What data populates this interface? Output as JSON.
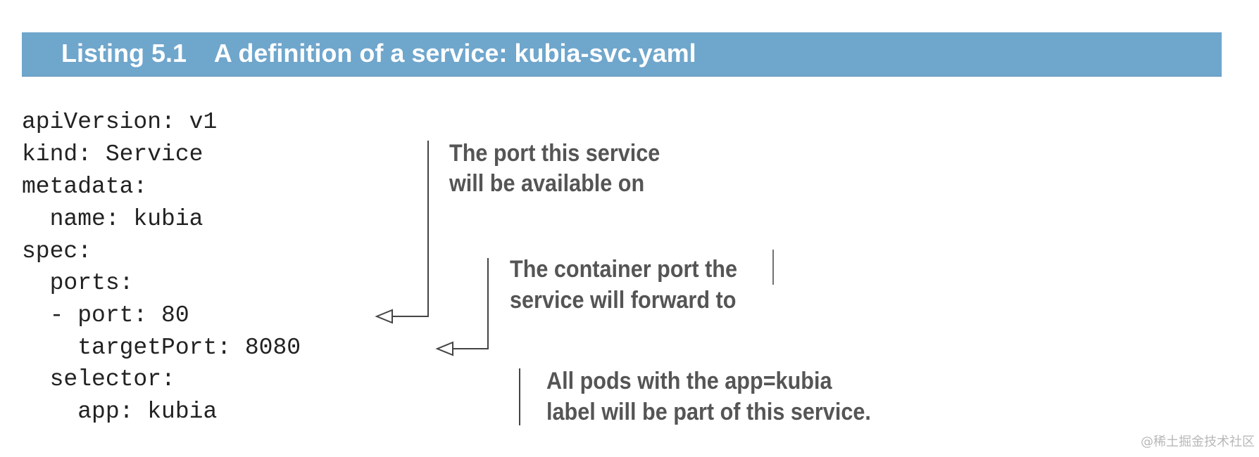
{
  "listing": {
    "title": "Listing 5.1    A definition of a service: kubia-svc.yaml"
  },
  "code": {
    "lines": [
      "apiVersion: v1",
      "kind: Service",
      "metadata:",
      "  name: kubia",
      "spec:",
      "  ports:",
      "  - port: 80",
      "    targetPort: 8080",
      "  selector:",
      "    app: kubia"
    ]
  },
  "annotations": {
    "port": {
      "line1": "The port this service",
      "line2": "will be available on"
    },
    "target_port": {
      "line1": "The container port the",
      "line2": "service will forward to"
    },
    "selector": {
      "line1": "All pods with the app=kubia",
      "line2": "label will be part of this service."
    }
  },
  "watermark": "@稀土掘金技术社区"
}
